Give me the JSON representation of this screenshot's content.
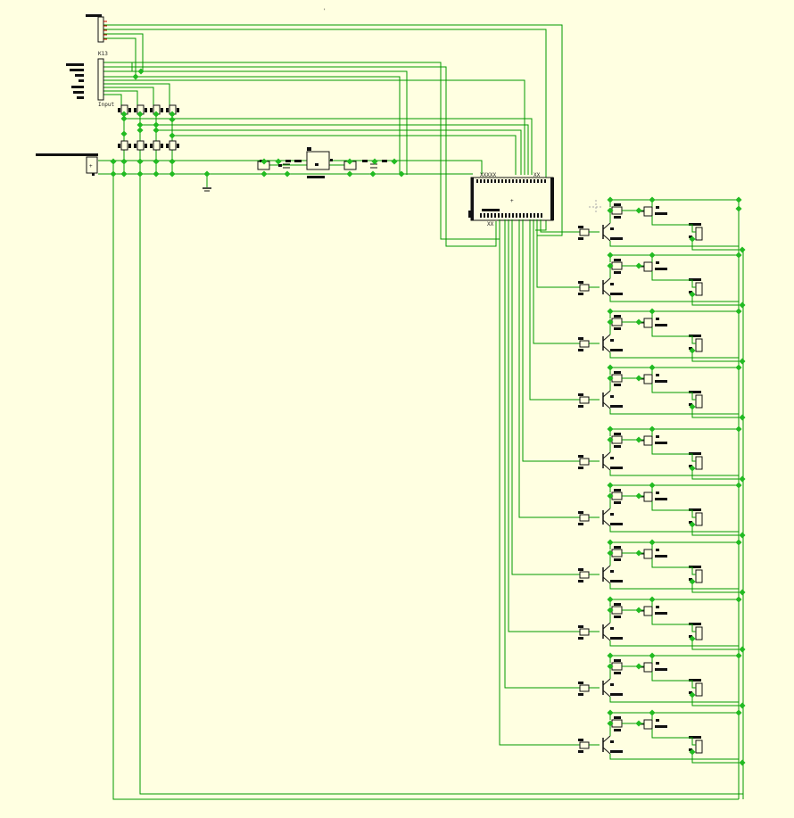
{
  "canvas": {
    "background": "#ffffe1"
  },
  "colors": {
    "wire": "#009900",
    "junction": "#22bb22",
    "component": "#111111",
    "pin": "#cc0000"
  },
  "labels": {
    "connector_ref": "K13",
    "connector_name": "Input"
  },
  "driver_stage_count": 10
}
